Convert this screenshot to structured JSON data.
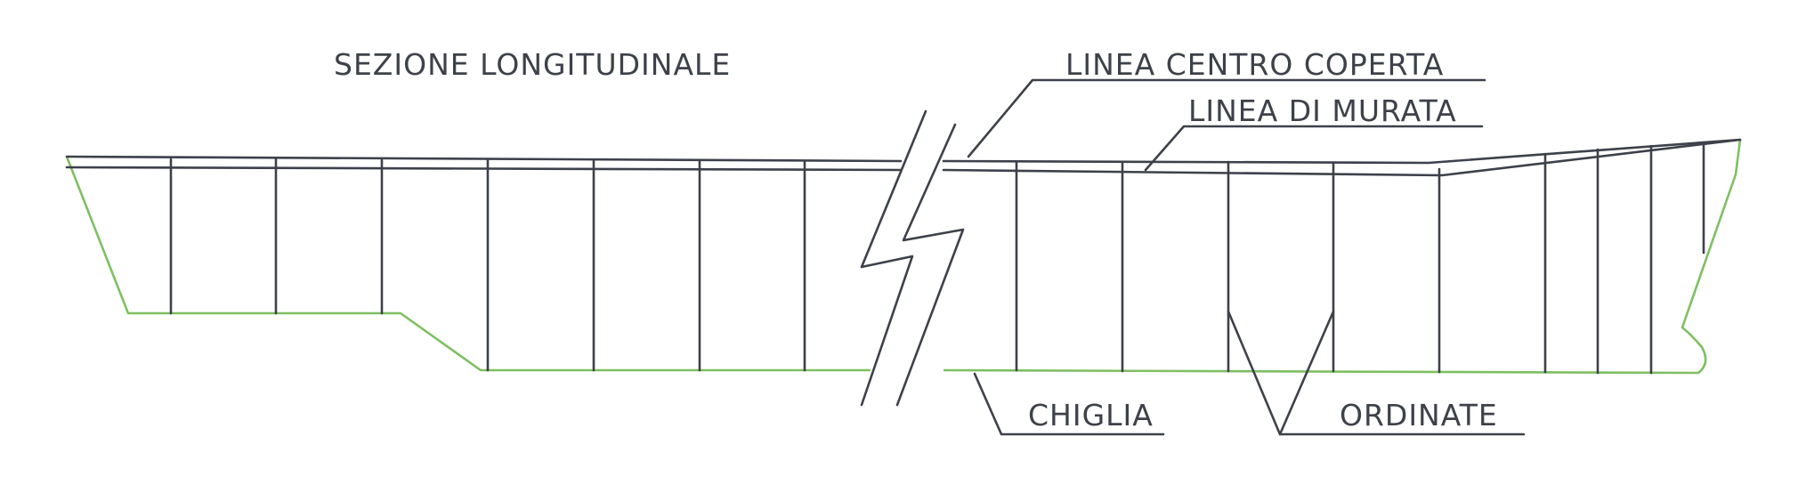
{
  "title": "SEZIONE LONGITUDINALE",
  "labels": {
    "deck_centerline": "LINEA CENTRO COPERTA",
    "sheer_line": "LINEA DI MURATA",
    "keel": "CHIGLIA",
    "frames": "ORDINATE"
  },
  "colors": {
    "ink": "#3d414a",
    "hull_outline": "#7fbf62",
    "background": "#ffffff"
  }
}
